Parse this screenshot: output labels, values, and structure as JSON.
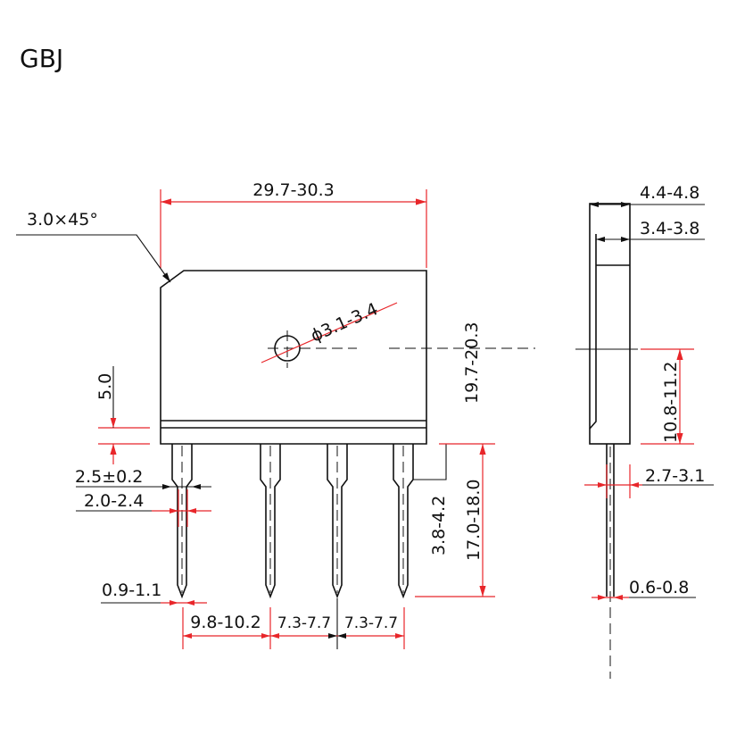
{
  "title": "GBJ",
  "colors": {
    "outline": "#111111",
    "dimension": "#e8262a"
  },
  "front_view": {
    "chamfer": "3.0×45°",
    "width": "29.7-30.3",
    "hole": "ϕ3.1-3.4",
    "height": "19.7-20.3",
    "band": "5.0",
    "pin_width_top": "2.5±0.2",
    "pin_width_mid": "2.0-2.4",
    "pin_tip": "0.9-1.1",
    "pitch_1": "9.8-10.2",
    "pitch_2": "7.3-7.7",
    "pitch_3": "7.3-7.7",
    "pin_shoulder": "3.8-4.2",
    "pin_length": "17.0-18.0"
  },
  "side_view": {
    "thickness": "4.4-4.8",
    "inner_thickness": "3.4-3.8",
    "hole_to_bottom": "10.8-11.2",
    "pin_offset": "2.7-3.1",
    "pin_thickness": "0.6-0.8"
  }
}
